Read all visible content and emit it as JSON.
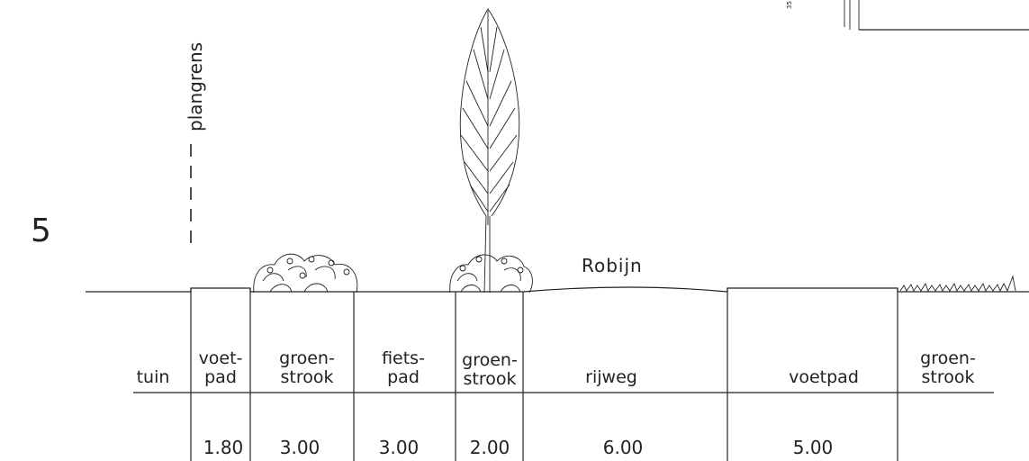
{
  "section_number": "5",
  "boundary_label": "plangrens",
  "street_name": "Robijn",
  "tiny_mark": "35",
  "profile": [
    {
      "id": "tuin",
      "label_line1": "tuin",
      "label_line2": "",
      "width": ""
    },
    {
      "id": "voetpad-1",
      "label_line1": "voet-",
      "label_line2": "pad",
      "width": "1.80"
    },
    {
      "id": "groenstrook-1",
      "label_line1": "groen-",
      "label_line2": "strook",
      "width": "3.00"
    },
    {
      "id": "fietspad",
      "label_line1": "fiets-",
      "label_line2": "pad",
      "width": "3.00"
    },
    {
      "id": "groenstrook-2",
      "label_line1": "groen-",
      "label_line2": "strook",
      "width": "2.00"
    },
    {
      "id": "rijweg",
      "label_line1": "rijweg",
      "label_line2": "",
      "width": "6.00"
    },
    {
      "id": "voetpad-2",
      "label_line1": "voetpad",
      "label_line2": "",
      "width": "5.00"
    },
    {
      "id": "groenstrook-3",
      "label_line1": "groen-",
      "label_line2": "strook",
      "width": ""
    }
  ]
}
